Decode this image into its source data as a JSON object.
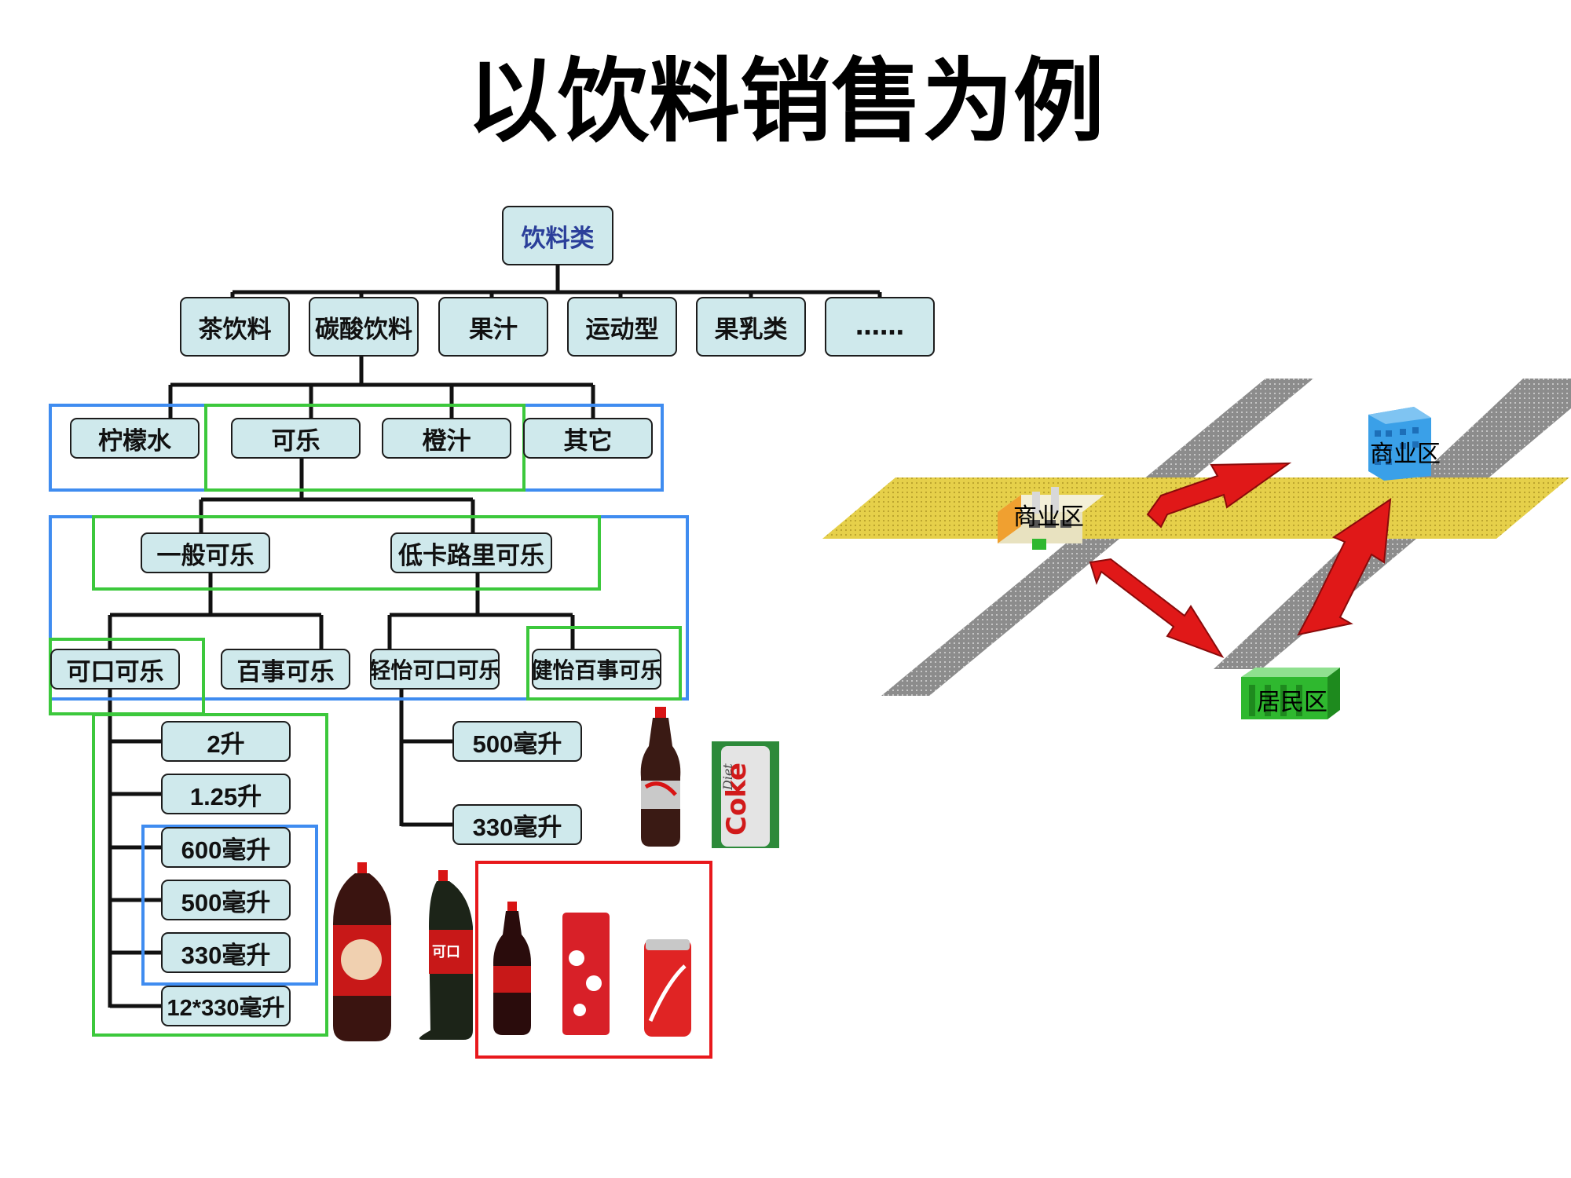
{
  "title": "以饮料销售为例",
  "tree": {
    "root": "饮料类",
    "categories": [
      "茶饮料",
      "碳酸饮料",
      "果汁",
      "运动型",
      "果乳类",
      "……"
    ],
    "carbonated_children": [
      "柠檬水",
      "可乐",
      "橙汁",
      "其它"
    ],
    "cola_types": [
      "一般可乐",
      "低卡路里可乐"
    ],
    "brands": [
      "可口可乐",
      "百事可乐",
      "轻怡可口可乐",
      "健怡百事可乐"
    ],
    "coke_sizes": [
      "2升",
      "1.25升",
      "600毫升",
      "500毫升",
      "330毫升",
      "12*330毫升"
    ],
    "light_sizes": [
      "500毫升",
      "330毫升"
    ]
  },
  "map": {
    "labels": {
      "factory": "商业区",
      "office": "商业区",
      "residential": "居民区"
    },
    "colors": {
      "road_gray": "#8c8c8c",
      "road_yellow": "#e6d04a",
      "arrow_red": "#e01818",
      "building_blue": "#3aa0e8",
      "building_green": "#2fb82f"
    }
  },
  "frame_colors": {
    "blue": "#3f8cf0",
    "green": "#3cc83c",
    "red": "#e8181c"
  }
}
